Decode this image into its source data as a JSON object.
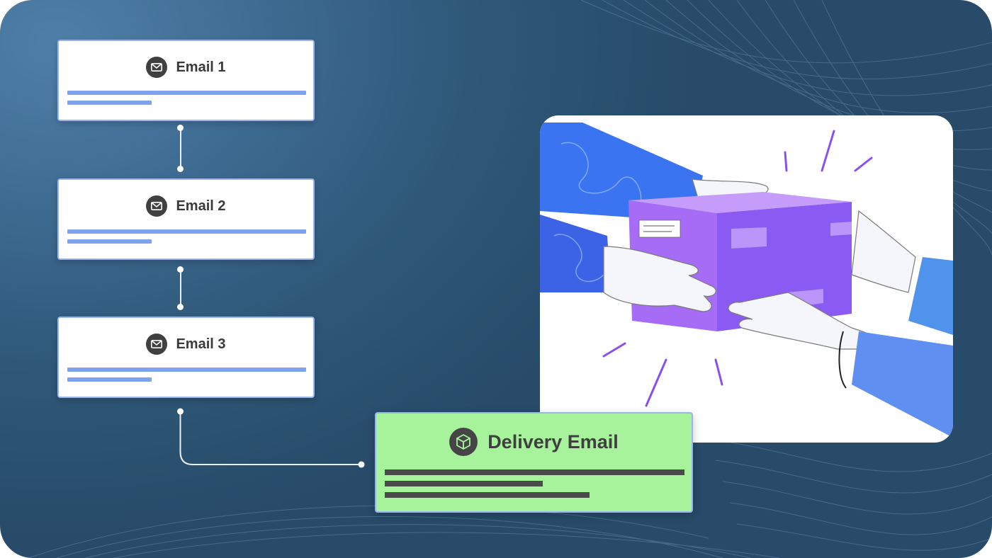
{
  "sequence": {
    "emails": [
      {
        "label": "Email 1"
      },
      {
        "label": "Email 2"
      },
      {
        "label": "Email 3"
      }
    ],
    "delivery": {
      "label": "Delivery Email"
    }
  },
  "illustration": {
    "subject": "hands-passing-package"
  },
  "icons": {
    "email": "envelope-icon",
    "delivery": "package-icon"
  },
  "colors": {
    "background": "#2f5878",
    "card_border": "#9ab4ee",
    "placeholder_line": "#7fa2ee",
    "delivery_card": "#a6f39b",
    "box_purple": "#a66cf5"
  }
}
